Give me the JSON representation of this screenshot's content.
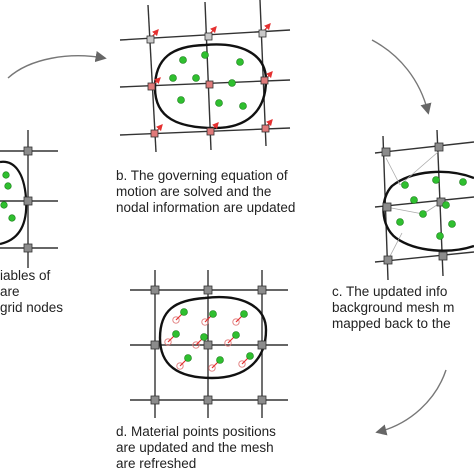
{
  "captions": {
    "a": {
      "line1": "iables of",
      "line2": "are",
      "line3": "grid nodes"
    },
    "b": {
      "line1": "b. The governing equation of",
      "line2": "motion are solved and the",
      "line3": "nodal information are updated"
    },
    "c": {
      "line1": "c. The updated info",
      "line2": "background mesh m",
      "line3": "mapped back to the"
    },
    "d": {
      "line1": "d. Material points positions",
      "line2": "are updated and the mesh",
      "line3": "are refreshed"
    }
  },
  "colors": {
    "mesh_line": "#333333",
    "node_fill": "#8c8c8c",
    "material_point": "#2fbf2f",
    "velocity_arrow": "#e53030",
    "boundary": "#111111",
    "cycle_arrow": "#777777"
  }
}
